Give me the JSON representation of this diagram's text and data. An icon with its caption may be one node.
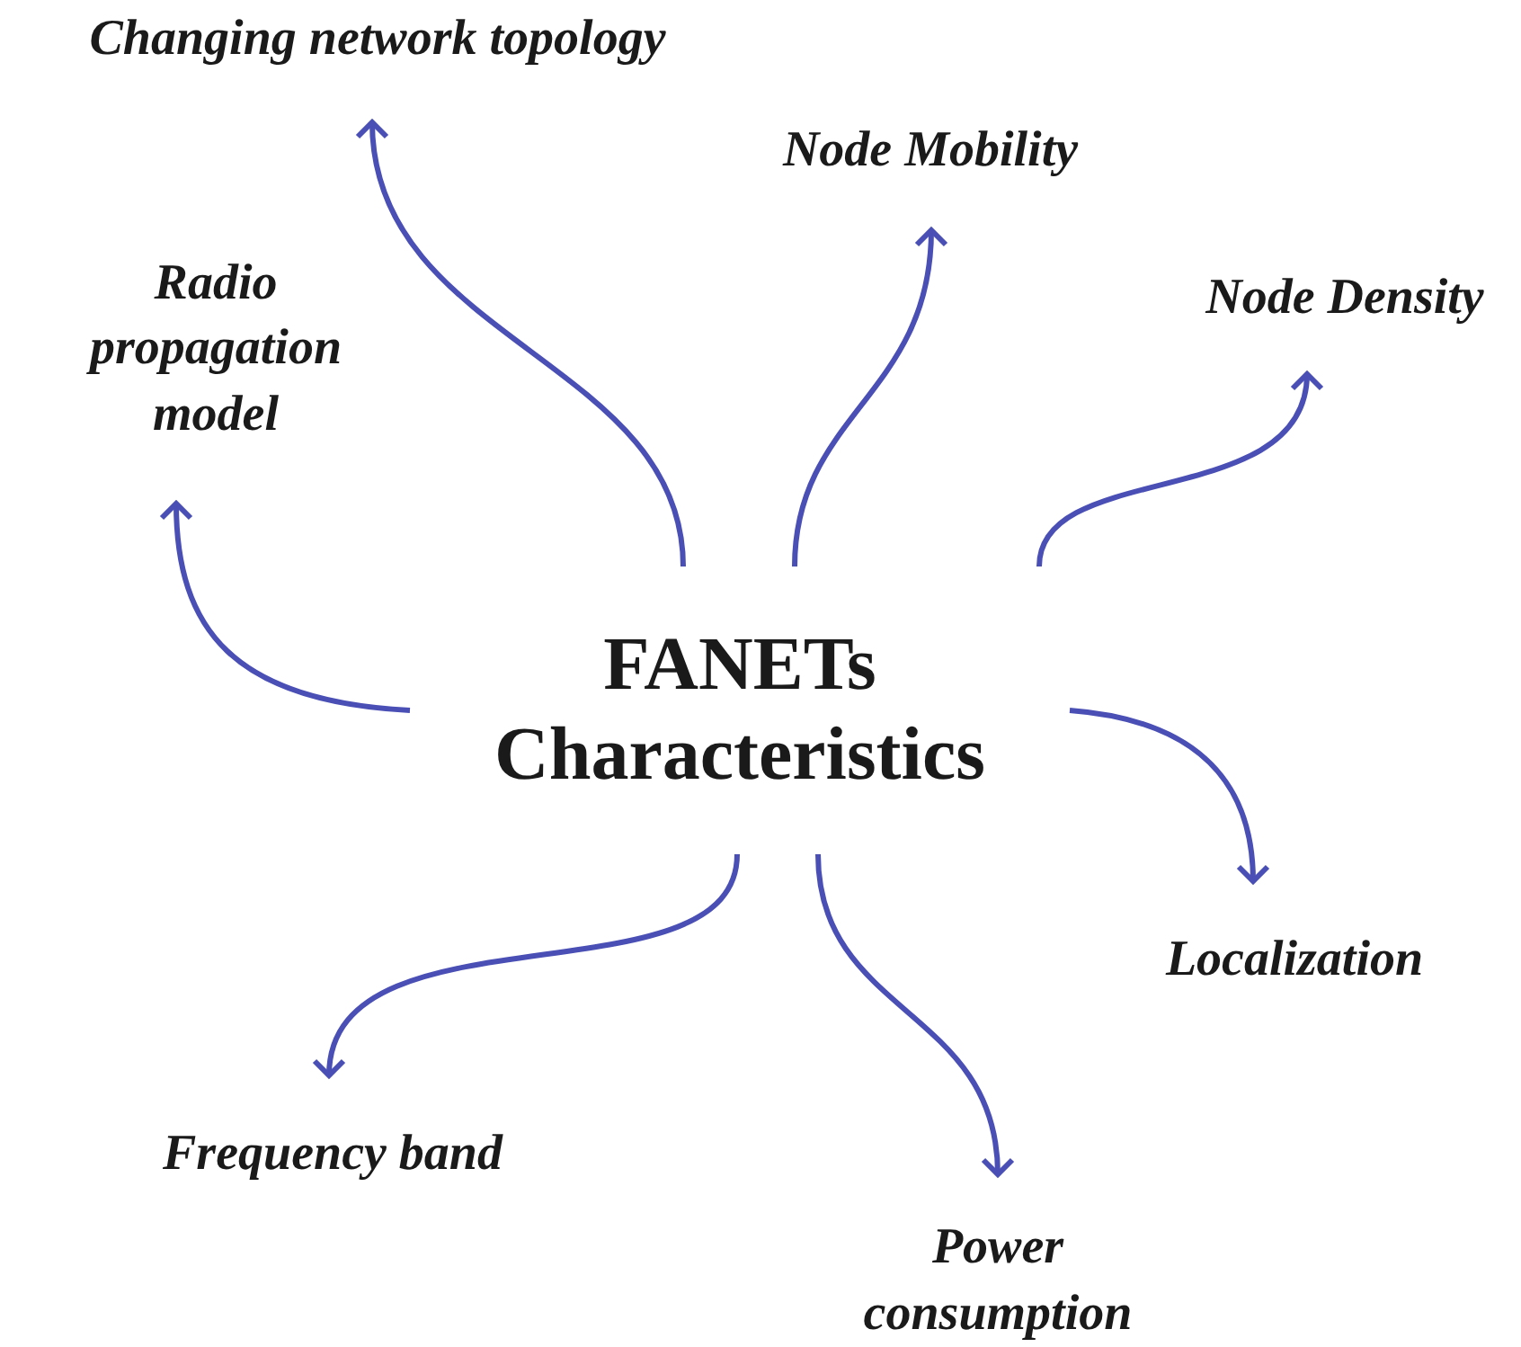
{
  "diagram": {
    "nodes": [
      {
        "text": [
          "FANETs Characteristics"
        ]
      },
      {
        "text": [
          "Changing network topology"
        ]
      },
      {
        "text": [
          "Node Mobility"
        ]
      },
      {
        "text": [
          "Node Density"
        ]
      },
      {
        "text": [
          "Radio propagation model"
        ]
      },
      {
        "text": [
          "Localization"
        ]
      },
      {
        "text": [
          "Power consumption"
        ]
      },
      {
        "text": [
          "Frequency band"
        ]
      }
    ],
    "edges": [
      {
        "from": 0,
        "to": 1,
        "arrow": "to"
      },
      {
        "from": 0,
        "to": 2,
        "arrow": "to"
      },
      {
        "from": 0,
        "to": 3,
        "arrow": "to"
      },
      {
        "from": 0,
        "to": 4,
        "arrow": "to"
      },
      {
        "from": 0,
        "to": 5,
        "arrow": "to"
      },
      {
        "from": 0,
        "to": 6,
        "arrow": "to"
      },
      {
        "from": 0,
        "to": 7,
        "arrow": "to"
      }
    ]
  }
}
